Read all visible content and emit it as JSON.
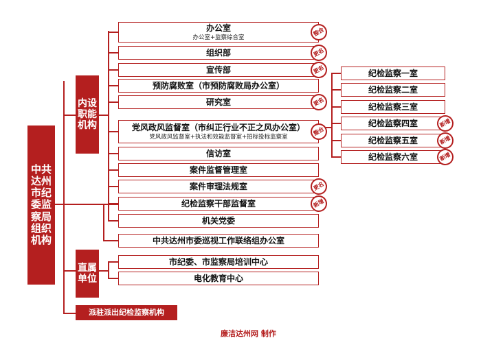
{
  "root": {
    "label": "中共达州市纪委监察局组织机构"
  },
  "groups": {
    "internal": "内设职能机构",
    "direct": "直属单位",
    "dispatched": "派驻派出纪检监察机构"
  },
  "internal_units": [
    {
      "name": "办公室",
      "sub": "办公室+监察综合室",
      "badge": "整合"
    },
    {
      "name": "组织部",
      "sub": "",
      "badge": "更名"
    },
    {
      "name": "宣传部",
      "sub": "",
      "badge": "更名"
    },
    {
      "name": "预防腐败室（市预防腐败局办公室）",
      "sub": "",
      "badge": ""
    },
    {
      "name": "研究室",
      "sub": "",
      "badge": "更名"
    },
    {
      "name": "党风政风监督室（市纠正行业不正之风办公室）",
      "sub": "党风政风监督室+执法和效能监督室+招标投标监察室",
      "badge": "整合"
    },
    {
      "name": "信访室",
      "sub": "",
      "badge": ""
    },
    {
      "name": "案件监督管理室",
      "sub": "",
      "badge": ""
    },
    {
      "name": "案件审理法规室",
      "sub": "",
      "badge": "更名"
    },
    {
      "name": "纪检监察干部监督室",
      "sub": "",
      "badge": "新增"
    },
    {
      "name": "机关党委",
      "sub": "",
      "badge": ""
    }
  ],
  "inspection_units": [
    {
      "name": "纪检监察一室",
      "badge": ""
    },
    {
      "name": "纪检监察二室",
      "badge": ""
    },
    {
      "name": "纪检监察三室",
      "badge": ""
    },
    {
      "name": "纪检监察四室",
      "badge": "新增"
    },
    {
      "name": "纪检监察五室",
      "badge": "新增"
    },
    {
      "name": "纪检监察六室",
      "badge": "新增"
    }
  ],
  "patrol_office": "中共达州市委巡视工作联络组办公室",
  "direct_units": [
    {
      "name": "市纪委、市监察局培训中心"
    },
    {
      "name": "电化教育中心"
    }
  ],
  "footer": {
    "credit": "廉洁达州网 制作"
  },
  "colors": {
    "accent": "#b41f1f",
    "border": "#b41f1f",
    "text": "#111111",
    "background": "#ffffff"
  }
}
